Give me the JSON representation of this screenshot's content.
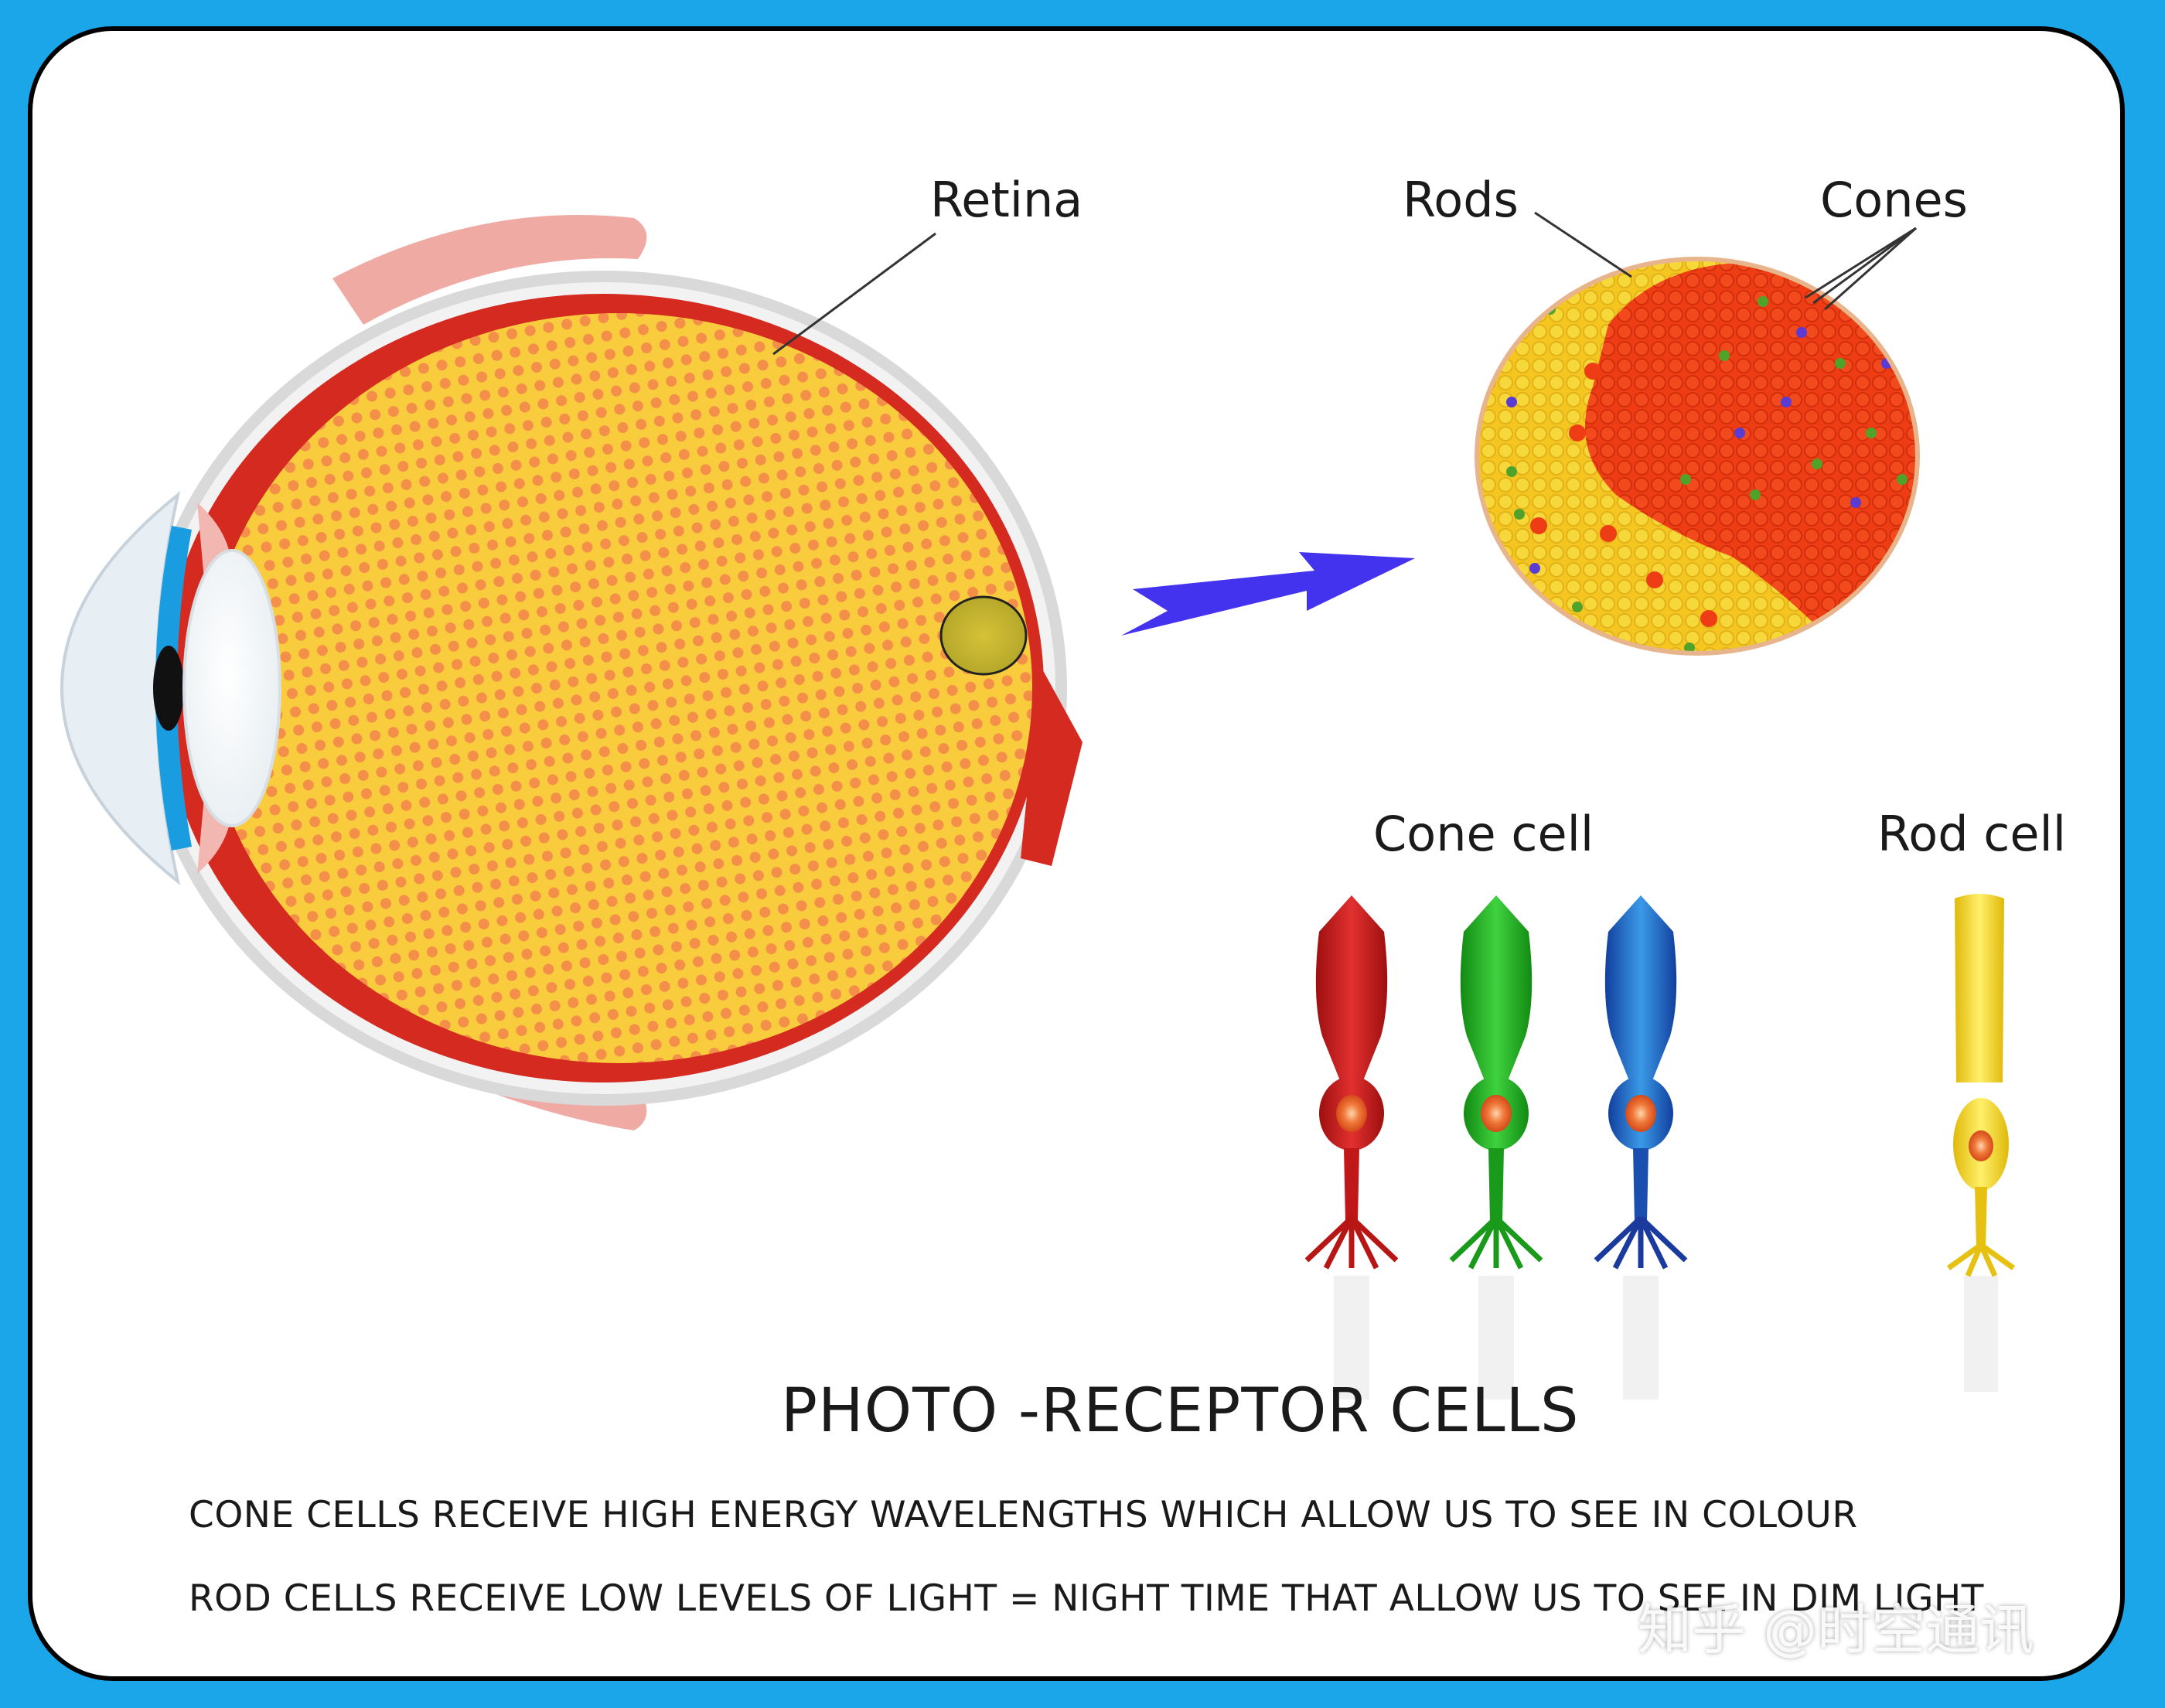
{
  "labels": {
    "retina": "Retina",
    "rods": "Rods",
    "cones": "Cones",
    "cone_cell": "Cone cell",
    "rod_cell": "Rod cell"
  },
  "title": "PHOTO -RECEPTOR CELLS",
  "captions": [
    "CONE CELLS RECEIVE HIGH ENERGY WAVELENGTHS WHICH ALLOW US TO SEE IN COLOUR",
    "ROD CELLS RECEIVE LOW LEVELS OF LIGHT = NIGHT TIME THAT ALLOW US TO SEE IN DIM LIGHT"
  ],
  "watermark": "知乎 @时空通讯",
  "colors": {
    "frame_border": "#1aa6e8",
    "retina_base": "#f7c93a",
    "retina_pattern": "#f2784b",
    "cone_red": "#d41f1f",
    "cone_green": "#23b323",
    "cone_blue": "#1f6fd6",
    "rod_yellow": "#f3d21a",
    "arrow": "#4433ee"
  }
}
